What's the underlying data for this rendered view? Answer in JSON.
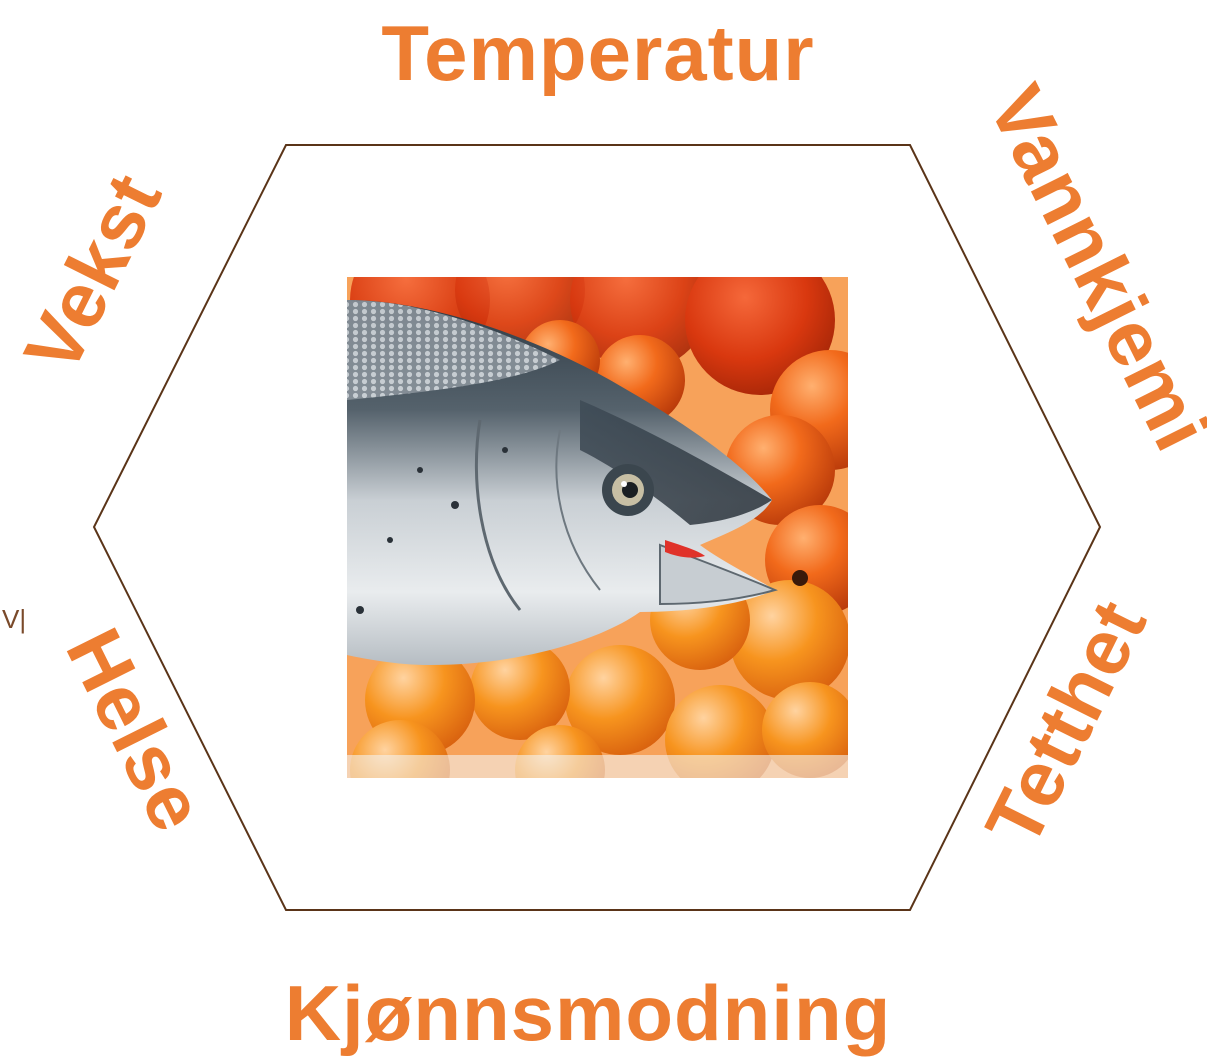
{
  "colors": {
    "label": "#ED7D31",
    "hexagon_stroke": "#5A3418",
    "stray_mark": "#7A4A2A",
    "background": "#FFFFFF"
  },
  "labels": {
    "top": "Temperatur",
    "top_right": "Vannkjemi",
    "bottom_right": "Tetthet",
    "bottom": "Kjønnsmodning",
    "bottom_left": "Helse",
    "top_left": "Vekst"
  },
  "stray_mark": "V|",
  "center_image": {
    "icon": "salmon-and-roe-photo"
  }
}
